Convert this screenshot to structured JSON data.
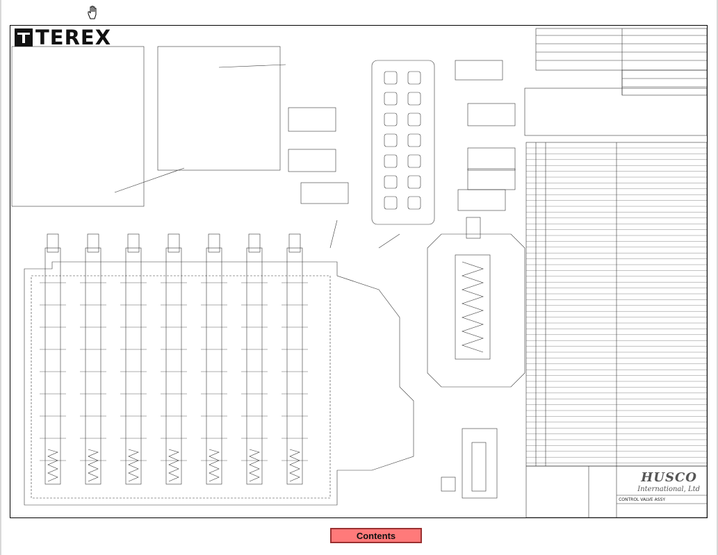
{
  "header": {
    "logo_text": "TEREX"
  },
  "title_block": {
    "company": "HUSCO",
    "company_sub": "International, Ltd",
    "drawing_title": "CONTROL VALVE ASSY"
  },
  "footer": {
    "contents_label": "Contents"
  },
  "colors": {
    "button_fill": "#ff7a7a",
    "button_border": "#9a3030",
    "line": "#333333"
  }
}
